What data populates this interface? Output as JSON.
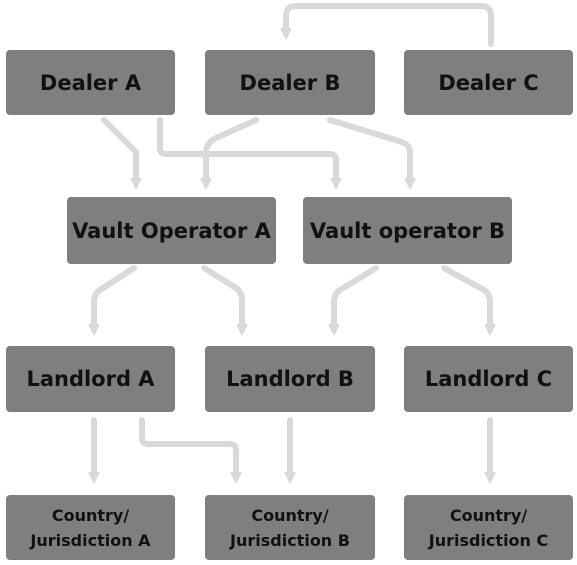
{
  "diagram": {
    "colors": {
      "box_fill": "#7f7f7f",
      "text": "#111111",
      "connector": "#d9d9d9"
    },
    "dealers": [
      {
        "label": "Dealer A"
      },
      {
        "label": "Dealer B"
      },
      {
        "label": "Dealer C"
      }
    ],
    "vault_operators": [
      {
        "label": "Vault Operator A"
      },
      {
        "label": "Vault operator B"
      }
    ],
    "landlords": [
      {
        "label": "Landlord A"
      },
      {
        "label": "Landlord B"
      },
      {
        "label": "Landlord C"
      }
    ],
    "jurisdictions": [
      {
        "line1": "Country/",
        "line2": "Jurisdiction A"
      },
      {
        "line1": "Country/",
        "line2": "Jurisdiction B"
      },
      {
        "line1": "Country/",
        "line2": "Jurisdiction C"
      }
    ]
  }
}
